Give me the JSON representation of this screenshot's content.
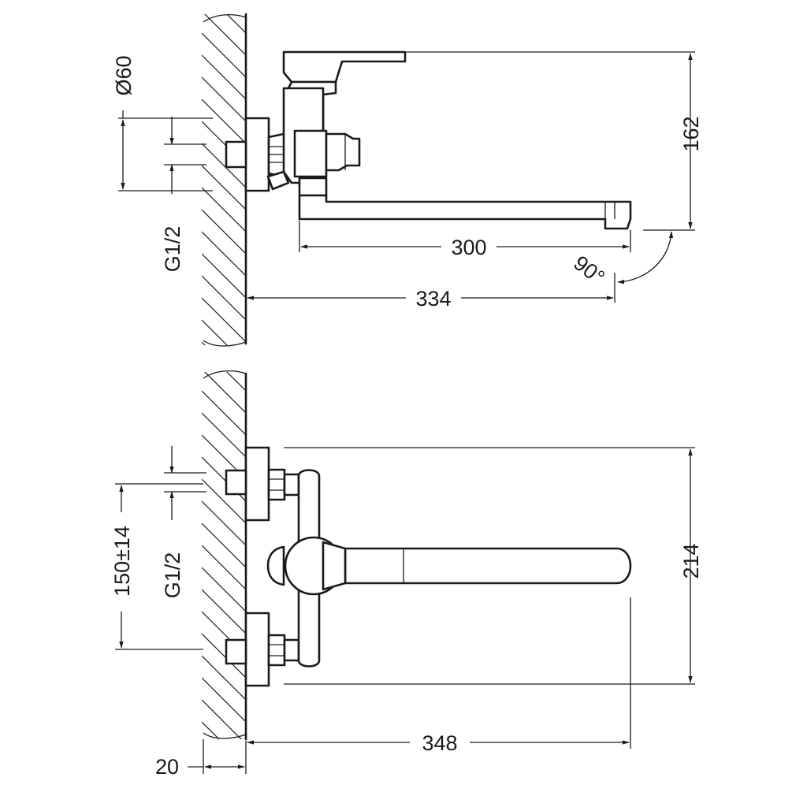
{
  "diagram": {
    "side_view": {
      "dim_flange_diameter": "Ø60",
      "dim_thread": "G1/2",
      "dim_height": "162",
      "dim_spout_length": "300",
      "dim_rotation_angle": "90°",
      "dim_total_projection": "334"
    },
    "top_view": {
      "dim_center_distance": "150±14",
      "dim_thread": "G1/2",
      "dim_width": "214",
      "dim_total_projection": "348",
      "dim_wall_offset": "20"
    }
  }
}
